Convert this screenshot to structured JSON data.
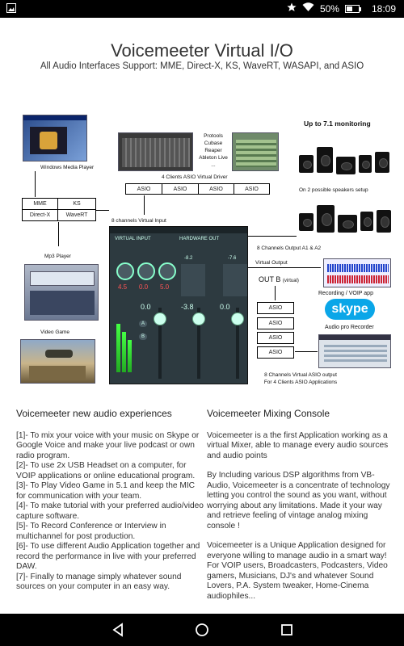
{
  "status_bar": {
    "left_icon": "image-icon",
    "battery_level": 50,
    "battery_text": "50%",
    "time": "18:09"
  },
  "page": {
    "title": "Voicemeeter Virtual I/O",
    "subtitle": "All Audio Interfaces Support: MME, Direct-X, KS, WaveRT, WASAPI, and ASIO"
  },
  "diagram": {
    "windows_media_player": "Windows Media Player",
    "mp3_player": "Mp3 Player",
    "video_game": "Video Game",
    "interfaces": [
      "MME",
      "KS",
      "Direct-X",
      "WaveRT"
    ],
    "daws": "Protools\nCubase\nReaper\nAbleton Live\n...",
    "clients_asio": "4 Clients ASIO Virtual Driver",
    "asio_top": [
      "ASIO",
      "ASIO",
      "ASIO",
      "ASIO"
    ],
    "virtual_input": "8 channels Virtual Input",
    "monitoring": "Up to 7.1 monitoring",
    "speakers_setup": "On 2 possible speakers setup",
    "channels_out": "8 Channels Output A1 & A2",
    "virtual_output": "Virtual Output",
    "out_b": "OUT B",
    "out_b_note": "(virtual)",
    "asio_right": [
      "ASIO",
      "ASIO",
      "ASIO",
      "ASIO"
    ],
    "recording_voip": "Recording / VOIP app",
    "audio_pro_recorder": "Audio pro Recorder",
    "virtual_asio_output": "8 Channels Virtual ASIO output\nFor 4 Clients ASIO Applications",
    "skype_logo": "skype",
    "console": {
      "knob_values": [
        "4.5",
        "0.0",
        "5.0"
      ],
      "fader_values": [
        "0.0",
        "-3.8",
        "0.0"
      ],
      "meter_values": [
        "-8.2",
        "-7.6"
      ],
      "tags": [
        "A",
        "B"
      ]
    }
  },
  "left_column": {
    "heading": "Voicemeeter new audio experiences",
    "items": [
      "[1]- To mix your voice with your music on Skype or Google Voice and make your live podcast or own radio program.",
      "[2]- To use 2x USB Headset on a computer, for VOIP applications or online educational program.",
      "[3]- To Play Video Game in 5.1 and keep the MIC for communication with your team.",
      "[4]- To make tutorial with your preferred audio/video capture software.",
      "[5]- To Record Conference or Interview in multichannel for post production.",
      "[6]- To use different Audio Application together and record the performance in live with your preferred DAW.",
      "[7]- Finally to manage simply whatever sound sources on your computer in an easy way."
    ]
  },
  "right_column": {
    "heading": "Voicemeeter Mixing Console",
    "paragraphs": [
      "Voicemeeter is a the first Application working as a virtual Mixer, able to manage every audio sources and audio points",
      "By Including various DSP algorithms from VB-Audio, Voicemeeter is a concentrate of technology letting you control the sound as you want, without worrying about any limitations. Made it your way and retrieve feeling of vintage analog mixing console !",
      "Voicemeeter is a Unique Application designed for everyone willing to manage audio in a smart way! For VOIP users, Broadcasters, Podcasters, Video gamers, Musicians, DJ's and whatever Sound Lovers, P.A. System tweaker, Home-Cinema audiophiles..."
    ]
  },
  "nav_bar": {
    "back": "back-icon",
    "home": "home-icon",
    "recent": "recent-apps-icon"
  }
}
